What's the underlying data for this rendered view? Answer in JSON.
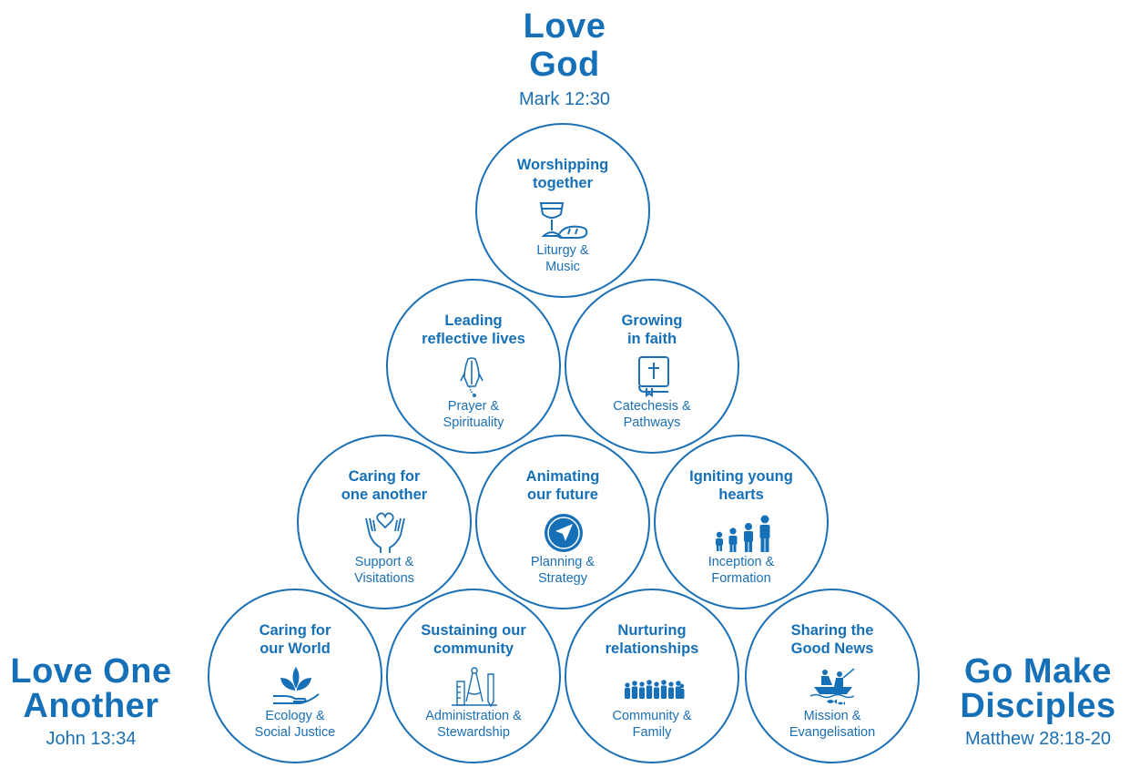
{
  "corners": {
    "top": {
      "line1": "Love",
      "line2": "God",
      "ref": "Mark 12:30"
    },
    "left": {
      "line1": "Love One",
      "line2": "Another",
      "ref": "John 13:34"
    },
    "right": {
      "line1": "Go Make",
      "line2": "Disciples",
      "ref": "Matthew 28:18-20"
    }
  },
  "circles": [
    {
      "line1": "Worshipping",
      "line2": "together",
      "sub1": "Liturgy &",
      "sub2": "Music",
      "icon": "chalice-bread-icon"
    },
    {
      "line1": "Leading",
      "line2": "reflective lives",
      "sub1": "Prayer &",
      "sub2": "Spirituality",
      "icon": "praying-hands-icon"
    },
    {
      "line1": "Growing",
      "line2": "in faith",
      "sub1": "Catechesis &",
      "sub2": "Pathways",
      "icon": "bible-icon"
    },
    {
      "line1": "Caring for",
      "line2": "one another",
      "sub1": "Support &",
      "sub2": "Visitations",
      "icon": "hands-heart-icon"
    },
    {
      "line1": "Animating",
      "line2": "our future",
      "sub1": "Planning &",
      "sub2": "Strategy",
      "icon": "compass-arrow-icon"
    },
    {
      "line1": "Igniting young",
      "line2": "hearts",
      "sub1": "Inception &",
      "sub2": "Formation",
      "icon": "children-growing-icon"
    },
    {
      "line1": "Caring for",
      "line2": "our World",
      "sub1": "Ecology &",
      "sub2": "Social Justice",
      "icon": "hand-plant-icon"
    },
    {
      "line1": "Sustaining our",
      "line2": "community",
      "sub1": "Administration &",
      "sub2": "Stewardship",
      "icon": "drafting-tools-icon"
    },
    {
      "line1": "Nurturing",
      "line2": "relationships",
      "sub1": "Community &",
      "sub2": "Family",
      "icon": "crowd-icon"
    },
    {
      "line1": "Sharing the",
      "line2": "Good News",
      "sub1": "Mission &",
      "sub2": "Evangelisation",
      "icon": "fishing-boat-icon"
    }
  ],
  "colors": {
    "primary": "#1670b8",
    "outline": "#1a6fb5"
  }
}
